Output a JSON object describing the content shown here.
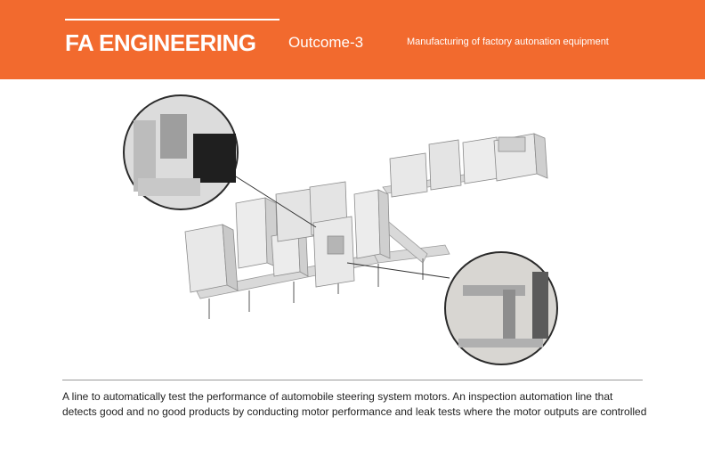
{
  "header": {
    "title": "FA ENGINEERING",
    "outcome": "Outcome-3",
    "subtitle": "Manufacturing of factory autonation equipment",
    "background_color": "#f26a2e"
  },
  "description": "A line to automatically test the performance of automobile steering system motors.  An inspection automation line that detects good and no good products by conducting motor performance and leak tests where the motor outputs are controlled"
}
